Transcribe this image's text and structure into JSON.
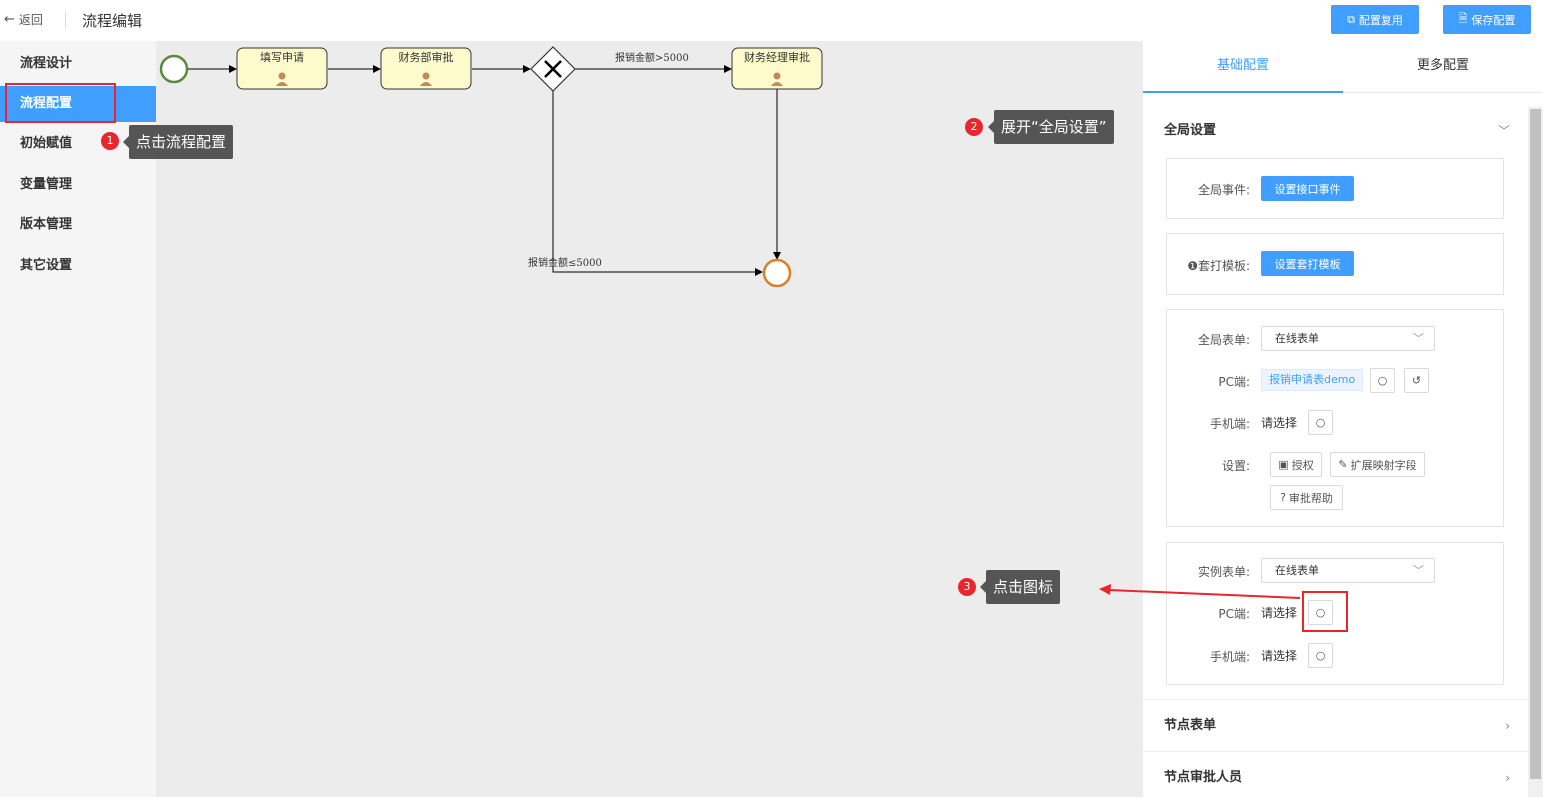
{
  "header": {
    "back_icon": "arrow-left-icon",
    "back_label": "返回",
    "title": "流程编辑",
    "reuse_button": "配置复用",
    "save_button": "保存配置",
    "accent_color": "#409eff"
  },
  "sidebar": {
    "items": [
      {
        "label": "流程设计",
        "active": false
      },
      {
        "label": "流程配置",
        "active": true
      },
      {
        "label": "初始赋值",
        "active": false
      },
      {
        "label": "变量管理",
        "active": false
      },
      {
        "label": "版本管理",
        "active": false
      },
      {
        "label": "其它设置",
        "active": false
      }
    ]
  },
  "diagram": {
    "tasks": [
      "填写申请",
      "财务部审批",
      "财务经理审批"
    ],
    "flow_labels": {
      "over": "报销金额>5000",
      "under": "报销金额≤5000"
    }
  },
  "annotations": {
    "step1": {
      "number": "1",
      "text": "点击流程配置"
    },
    "step2": {
      "number": "2",
      "text": "展开“全局设置”"
    },
    "step3": {
      "number": "3",
      "text": "点击图标"
    },
    "highlight_color": "#e8262b"
  },
  "panel": {
    "tabs": [
      {
        "label": "基础配置",
        "active": true
      },
      {
        "label": "更多配置",
        "active": false
      }
    ],
    "global_settings": {
      "title": "全局设置",
      "global_event": {
        "label": "全局事件:",
        "button": "设置接口事件"
      },
      "print_template": {
        "label": "❶套打模板:",
        "button": "设置套打模板"
      },
      "global_form": {
        "label": "全局表单:",
        "select_value": "在线表单",
        "pc_label": "PC端:",
        "pc_value": "报销申请表demo",
        "mobile_label": "手机端:",
        "mobile_value": "请选择",
        "settings_label": "设置:",
        "authorize_button": "授权",
        "extend_button": "扩展映射字段",
        "help_button": "审批帮助"
      },
      "instance_form": {
        "label": "实例表单:",
        "select_value": "在线表单",
        "pc_label": "PC端:",
        "pc_value": "请选择",
        "mobile_label": "手机端:",
        "mobile_value": "请选择"
      }
    },
    "node_form": {
      "title": "节点表单"
    },
    "node_approvers": {
      "title": "节点审批人员"
    }
  }
}
